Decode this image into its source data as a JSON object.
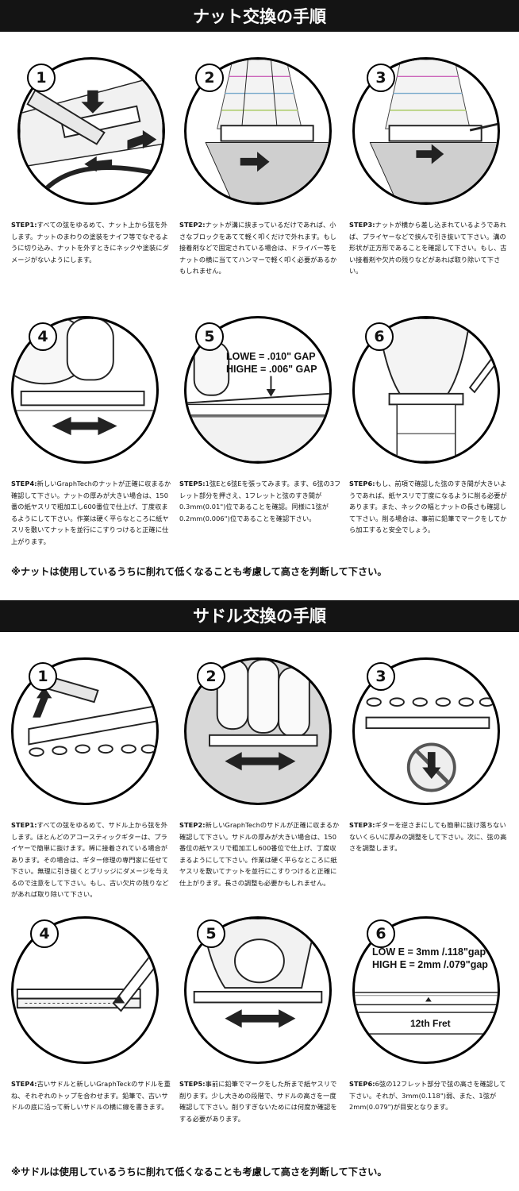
{
  "nut_section": {
    "title": "ナット交換の手順",
    "steps": [
      {
        "num": "1",
        "label": "STEP1:",
        "text": "すべての弦をゆるめて、ナット上から弦を外します。ナットのまわりの塗装をナイフ等でなぞるように切り込み、ナットを外すときにネックや塗装にダメージがないようにします。"
      },
      {
        "num": "2",
        "label": "STEP2:",
        "text": "ナットが溝に挟まっているだけであれば、小さなブロックをあてて軽く叩くだけで外れます。もし接着剤などで固定されている場合は、ドライバー等をナットの横に当ててハンマーで軽く叩く必要があるかもしれません。"
      },
      {
        "num": "3",
        "label": "STEP3:",
        "text": "ナットが横から差し込まれているようであれば、プライヤーなどで挟んで引き抜いて下さい。溝の形状が正方形であることを確認して下さい。もし、古い接着剤や欠片の残りなどがあれば取り除いて下さい。"
      },
      {
        "num": "4",
        "label": "STEP4:",
        "text": "新しいGraphTechのナットが正確に収まるか確認して下さい。ナットの厚みが大きい場合は、150番の紙ヤスリで粗加工し600番位で仕上げ、丁度収まるようにして下さい。作業は硬く平らなところに紙ヤスリを敷いてナットを並行にこすりつけると正確に仕上がります。"
      },
      {
        "num": "5",
        "label": "STEP5:",
        "text": "1弦Eと6弦Eを張ってみます。ます、6弦の3フレット部分を押さえ、1フレットと弦のすき間が0.3mm(0.01\")位であることを確認。同様に1弦が0.2mm(0.006\")位であることを確認下さい。",
        "gap_low": "LOWE = .010\" GAP",
        "gap_high": "HIGHE = .006\" GAP"
      },
      {
        "num": "6",
        "label": "STEP6:",
        "text": "もし、前項で確認した弦のすき間が大きいようであれば、紙ヤスリで丁度になるように削る必要があります。また、ネックの幅とナットの長さも確認して下さい。削る場合は、事前に鉛筆でマークをしてから加工すると安全でしょう。"
      }
    ],
    "note": "※ナットは使用しているうちに削れて低くなることも考慮して高さを判断して下さい。"
  },
  "saddle_section": {
    "title": "サドル交換の手順",
    "steps": [
      {
        "num": "1",
        "label": "STEP1:",
        "text": "すべての弦をゆるめて、サドル上から弦を外します。ほとんどのアコースティックギターは、プライヤーで簡単に抜けます。稀に接着されている場合があります。その場合は、ギター修理の専門家に任せて下さい。無理に引き抜くとブリッジにダメージを与えるので注意をして下さい。もし、古い欠片の残りなどがあれば取り除いて下さい。"
      },
      {
        "num": "2",
        "label": "STEP2:",
        "text": "新しいGraphTechのサドルが正確に収まるか確認して下さい。サドルの厚みが大きい場合は、150番位の紙ヤスリで粗加工し600番位で仕上げ、丁度収まるようにして下さい。作業は硬く平らなところに紙ヤスリを敷いてナットを並行にこすりつけると正確に仕上がります。長さの調整も必要かもしれません。"
      },
      {
        "num": "3",
        "label": "STEP3:",
        "text": "ギターを逆さまにしても簡単に抜け落ちないないくらいに厚みの調整をして下さい。次に、弦の高さを調整します。"
      },
      {
        "num": "4",
        "label": "STEP4:",
        "text": "古いサドルと新しいGraphTeckのサドルを重ね、それぞれのトップを合わせます。鉛筆で、古いサドルの底に沿って新しいサドルの横に線を書きます。"
      },
      {
        "num": "5",
        "label": "STEP5:",
        "text": "事前に鉛筆でマークをした所まで紙ヤスリで削ります。少し大きめの段階で、サドルの高さを一度確認して下さい。削りすぎないためには何度か確認をする必要があります。"
      },
      {
        "num": "6",
        "label": "STEP6:",
        "text": "6弦の12フレット部分で弦の高さを確認して下さい。それが、3mm(0.118\")弱、また、1弦が2mm(0.079\")が目安となります。",
        "gap_low": "LOW E = 3mm /.118\"gap",
        "gap_high": "HIGH E = 2mm /.079\"gap",
        "fret": "12th Fret"
      }
    ],
    "note": "※サドルは使用しているうちに削れて低くなることも考慮して高さを判断して下さい。"
  }
}
